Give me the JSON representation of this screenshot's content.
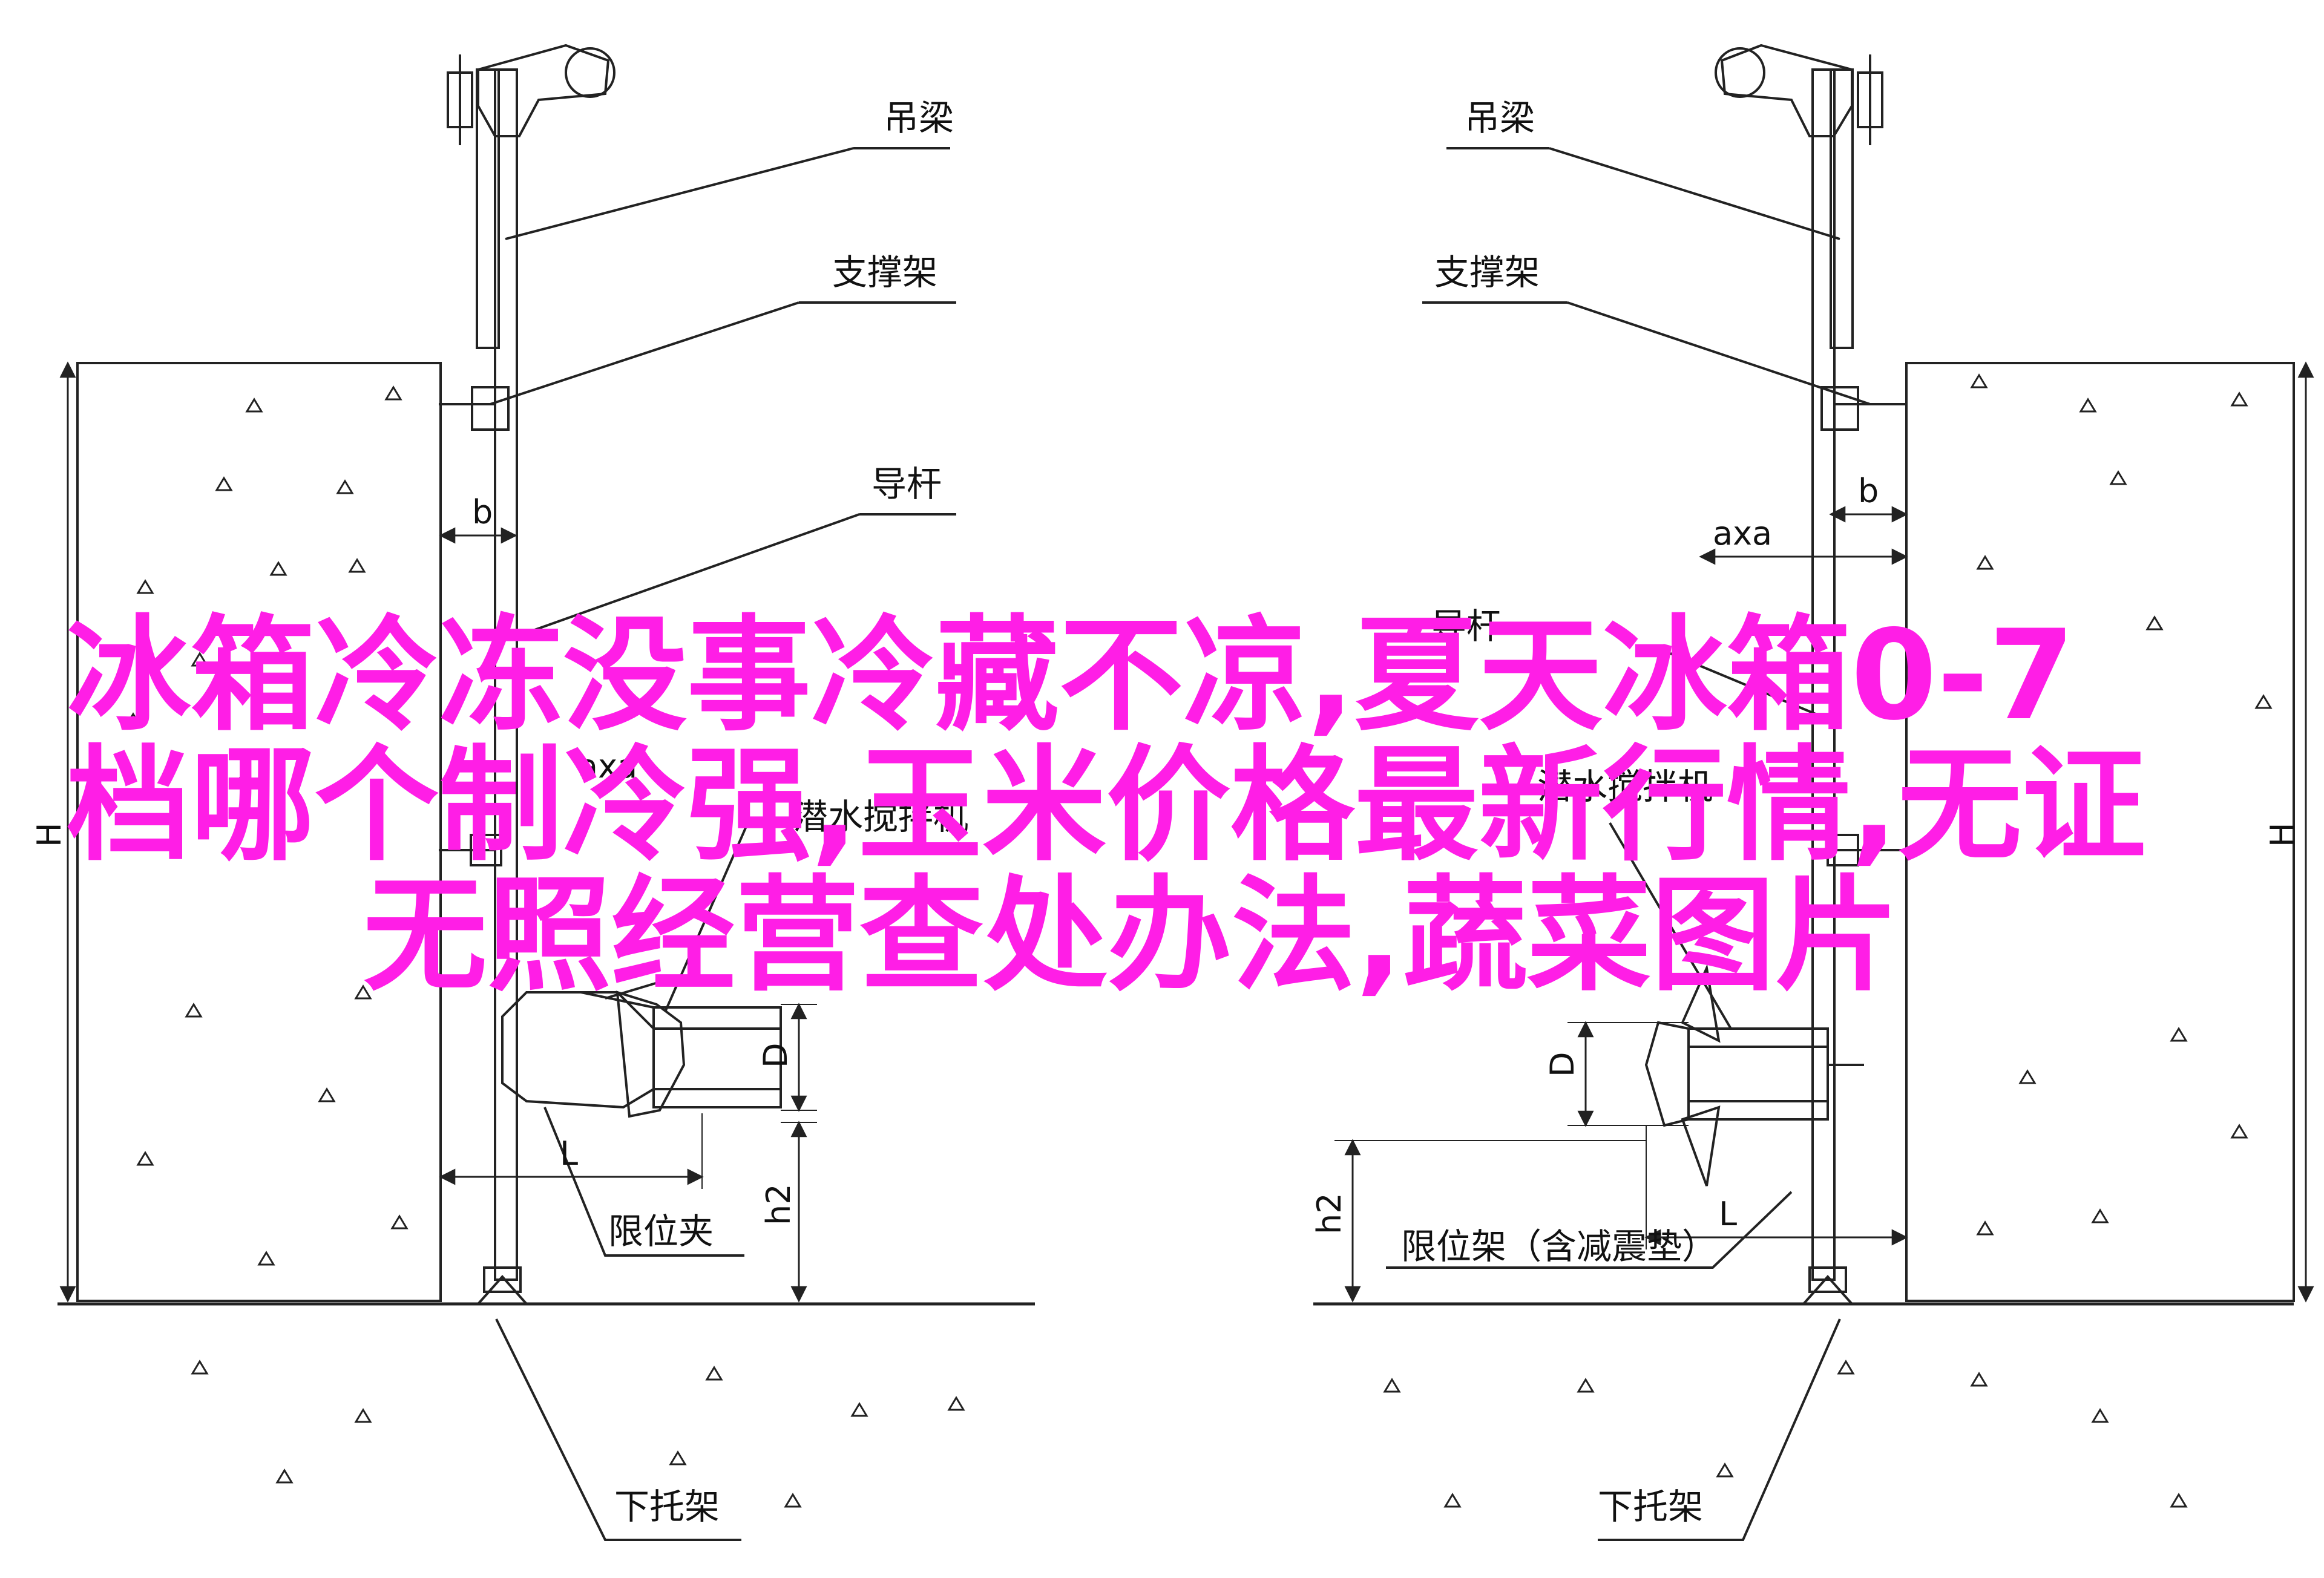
{
  "diagram": {
    "left": {
      "labels": {
        "beam": "吊梁",
        "bracket": "支撑架",
        "guide_rod": "导杆",
        "mixer": "潜水搅拌机",
        "limit_clamp": "限位夹",
        "lower_bracket": "下托架"
      },
      "dims": {
        "H": "H",
        "b": "b",
        "axa": "axa",
        "D": "D",
        "L": "L",
        "h2": "h2"
      }
    },
    "right": {
      "labels": {
        "beam": "吊梁",
        "bracket": "支撑架",
        "guide_rod": "导杆",
        "mixer": "潜水搅拌机",
        "limit_frame": "限位架（含减震垫）",
        "lower_bracket": "下托架"
      },
      "dims": {
        "H": "H",
        "b": "b",
        "axa": "axa",
        "D": "D",
        "L": "L",
        "h2": "h2"
      }
    }
  },
  "overlay": {
    "line1": "冰箱冷冻没事冷藏不凉,夏天冰箱0-7",
    "line2": "档哪个制冷强,玉米价格最新行情,无证",
    "line3": "无照经营查处办法,蔬菜图片",
    "color": "#ff1ee6"
  }
}
